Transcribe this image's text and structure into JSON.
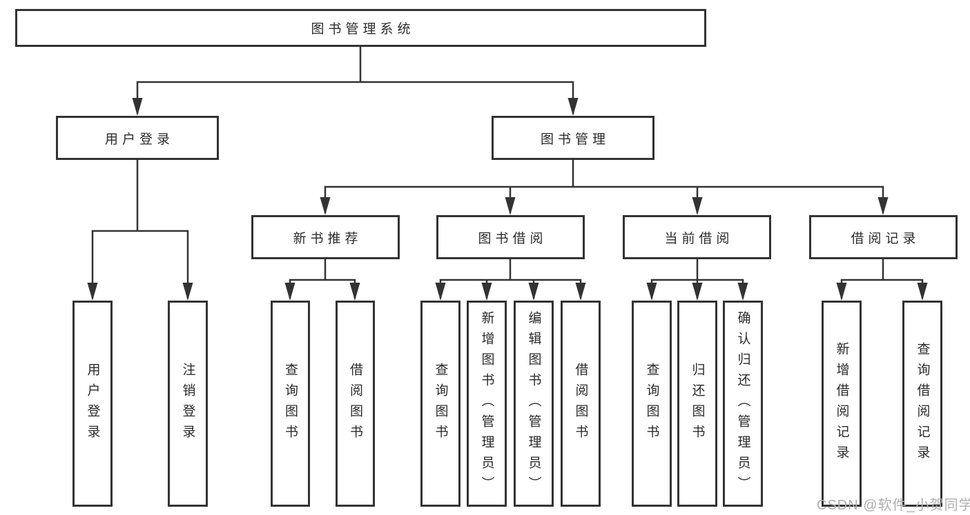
{
  "tree": {
    "root": {
      "label": "图书管理系统"
    },
    "children": [
      {
        "label": "用户登录",
        "children": [
          {
            "label": "用户登录"
          },
          {
            "label": "注销登录"
          }
        ]
      },
      {
        "label": "图书管理",
        "children": [
          {
            "label": "新书推荐",
            "children": [
              {
                "label": "查询图书"
              },
              {
                "label": "借阅图书"
              }
            ]
          },
          {
            "label": "图书借阅",
            "children": [
              {
                "label": "查询图书"
              },
              {
                "label": "新增图书（管理员）"
              },
              {
                "label": "编辑图书（管理员）"
              },
              {
                "label": "借阅图书"
              }
            ]
          },
          {
            "label": "当前借阅",
            "children": [
              {
                "label": "查询图书"
              },
              {
                "label": "归还图书"
              },
              {
                "label": "确认归还（管理员）"
              }
            ]
          },
          {
            "label": "借阅记录",
            "children": [
              {
                "label": "新增借阅记录"
              },
              {
                "label": "查询借阅记录"
              }
            ]
          }
        ]
      }
    ]
  },
  "watermark": {
    "text": "CSDN @软件_小贺同学"
  },
  "colors": {
    "line": "#333333",
    "box_border": "#333333",
    "box_fill": "#ffffff",
    "text": "#2b2b2b",
    "watermark": "#aeaeae"
  }
}
